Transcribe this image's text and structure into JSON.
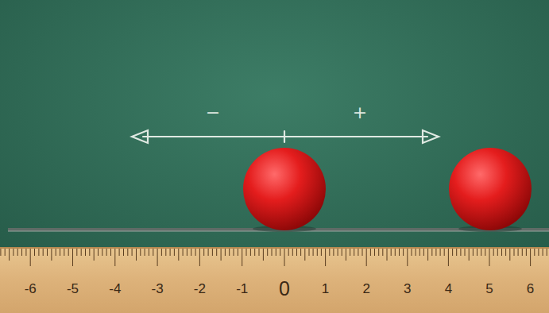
{
  "diagram": {
    "labels": [
      "−",
      "+",
      "-6",
      "-5",
      "-4",
      "-3",
      "-2",
      "-1",
      "0",
      "1",
      "2",
      "3",
      "4",
      "5",
      "6"
    ]
  }
}
